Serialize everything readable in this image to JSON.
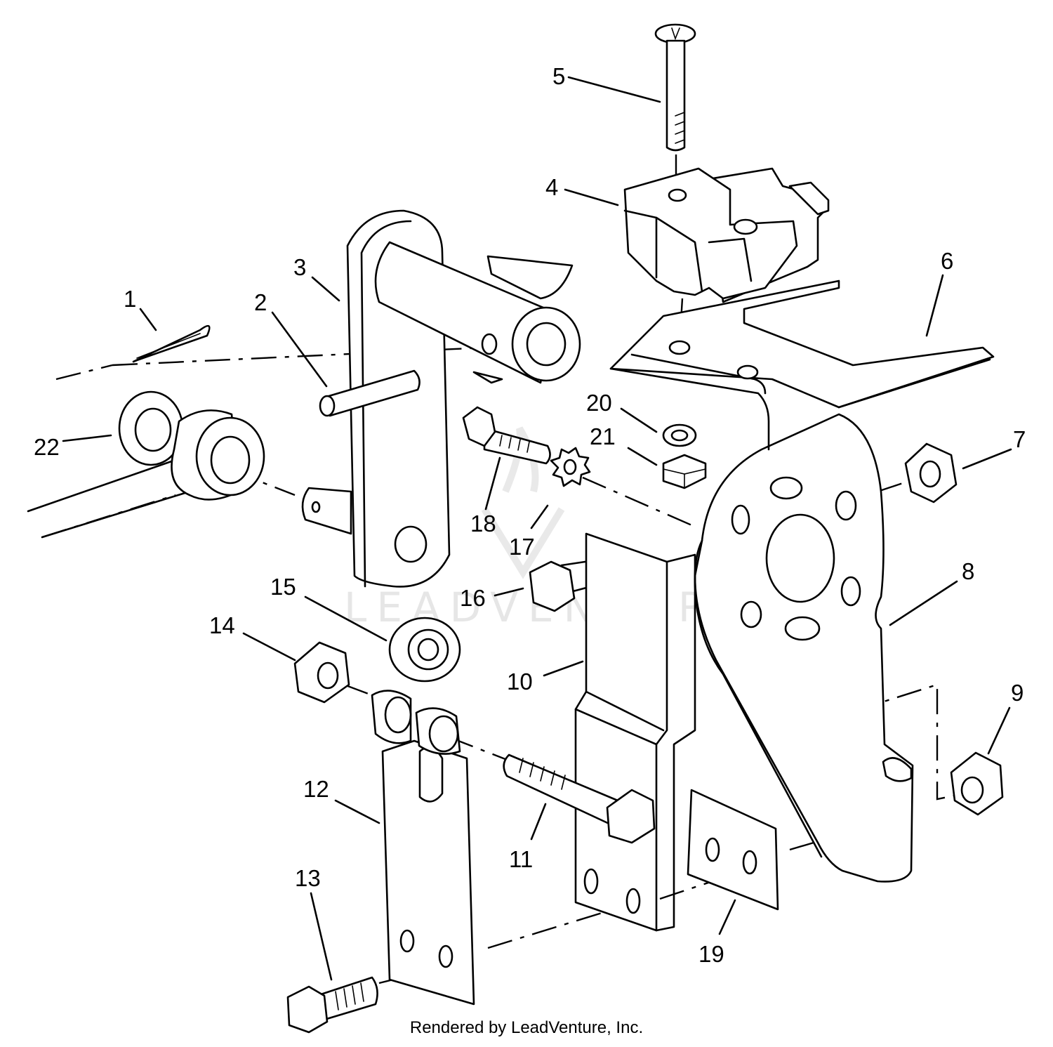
{
  "diagram": {
    "callouts": [
      {
        "id": "label-1",
        "text": "1"
      },
      {
        "id": "label-2",
        "text": "2"
      },
      {
        "id": "label-3",
        "text": "3"
      },
      {
        "id": "label-4",
        "text": "4"
      },
      {
        "id": "label-5",
        "text": "5"
      },
      {
        "id": "label-6",
        "text": "6"
      },
      {
        "id": "label-7",
        "text": "7"
      },
      {
        "id": "label-8",
        "text": "8"
      },
      {
        "id": "label-9",
        "text": "9"
      },
      {
        "id": "label-10",
        "text": "10"
      },
      {
        "id": "label-11",
        "text": "11"
      },
      {
        "id": "label-12",
        "text": "12"
      },
      {
        "id": "label-13",
        "text": "13"
      },
      {
        "id": "label-14",
        "text": "14"
      },
      {
        "id": "label-15",
        "text": "15"
      },
      {
        "id": "label-16",
        "text": "16"
      },
      {
        "id": "label-17",
        "text": "17"
      },
      {
        "id": "label-18",
        "text": "18"
      },
      {
        "id": "label-19",
        "text": "19"
      },
      {
        "id": "label-20",
        "text": "20"
      },
      {
        "id": "label-21",
        "text": "21"
      },
      {
        "id": "label-22",
        "text": "22"
      }
    ],
    "watermark": "LEADVENTURE",
    "credit": "Rendered by LeadVenture, Inc."
  }
}
